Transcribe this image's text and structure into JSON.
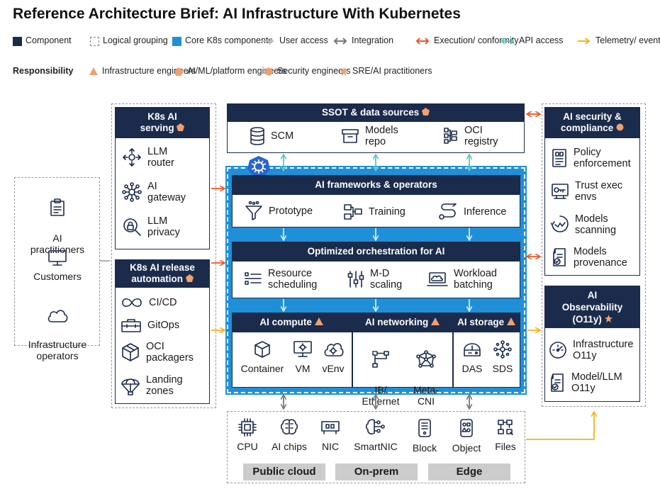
{
  "title": "Reference Architecture Brief: AI Infrastructure With Kubernetes",
  "legend": {
    "component": "Component",
    "logical_grouping": "Logical\ngrouping",
    "core_k8s": "Core K8s\ncomponents",
    "user_access": "User\naccess",
    "integration": "Integration",
    "execution": "Execution/\nconformity",
    "api_access": "API access",
    "telemetry": "Telemetry/\nevents",
    "responsibility_label": "Responsibility",
    "infra_engineers": "Infrastructure\nengineers",
    "ml_engineers": "AI/ML/platform\nengineers",
    "security_engineers": "Security\nengineers",
    "sre": "SRE/AI\npractitioners"
  },
  "colors": {
    "navy": "#1b2b4b",
    "core_blue": "#1f8fd8",
    "orange": "#f0a070",
    "exec_red": "#e8572a",
    "api_teal": "#5cc6c0",
    "telemetry_yellow": "#f2b31e",
    "gray": "#888888"
  },
  "users": {
    "items": [
      "AI\npractitioners",
      "Customers",
      "Infrastructure\noperators"
    ]
  },
  "k8s_serving": {
    "title": "K8s AI\nserving",
    "items": [
      "LLM\nrouter",
      "AI\ngateway",
      "LLM\nprivacy"
    ]
  },
  "k8s_release": {
    "title": "K8s AI release\nautomation",
    "items": [
      "CI/CD",
      "GitOps",
      "OCI\npackagers",
      "Landing\nzones"
    ]
  },
  "ssot": {
    "title": "SSOT & data sources",
    "items": [
      "SCM",
      "Models\nrepo",
      "OCI\nregistry"
    ]
  },
  "frameworks": {
    "title": "AI frameworks & operators",
    "items": [
      "Prototype",
      "Training",
      "Inference"
    ]
  },
  "orchestration": {
    "title": "Optimized orchestration for AI",
    "items": [
      "Resource\nscheduling",
      "M-D\nscaling",
      "Workload\nbatching"
    ]
  },
  "compute": {
    "title": "AI compute",
    "items": [
      "Container",
      "VM",
      "vEnv"
    ]
  },
  "networking": {
    "title": "AI networking",
    "items": [
      "IB/\nEthernet",
      "Meta-\nCNI"
    ]
  },
  "storage": {
    "title": "AI storage",
    "items": [
      "DAS",
      "SDS"
    ]
  },
  "security": {
    "title": "AI security &\ncompliance",
    "items": [
      "Policy\nenforcement",
      "Trust exec\nenvs",
      "Models\nscanning",
      "Models\nprovenance"
    ]
  },
  "observability": {
    "title": "AI\nObservability\n(O11y)",
    "items": [
      "Infrastructure\nO11y",
      "Model/LLM\nO11y"
    ]
  },
  "hardware": {
    "items": [
      "CPU",
      "AI chips",
      "NIC",
      "SmartNIC",
      "Block",
      "Object",
      "Files"
    ],
    "locations": [
      "Public cloud",
      "On-prem",
      "Edge"
    ]
  }
}
